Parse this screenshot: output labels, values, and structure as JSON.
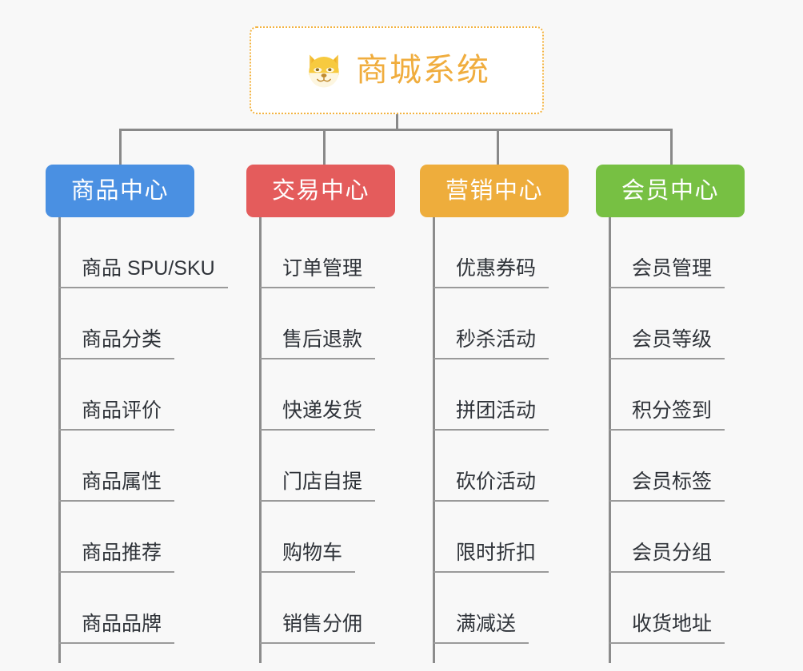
{
  "page": {
    "background_color": "#f8f8f8",
    "title": "商城系统"
  },
  "root": {
    "icon": "dog-face-emoji",
    "label": "商城系统",
    "text_color": "#f0ad3e",
    "border_color": "#f3b340",
    "background_color": "#ffffff"
  },
  "connector": {
    "color": "#898989"
  },
  "branches": [
    {
      "id": "product-center",
      "label": "商品中心",
      "color": "#4a90e2",
      "items": [
        {
          "label": "商品 SPU/SKU"
        },
        {
          "label": "商品分类"
        },
        {
          "label": "商品评价"
        },
        {
          "label": "商品属性"
        },
        {
          "label": "商品推荐"
        },
        {
          "label": "商品品牌"
        }
      ]
    },
    {
      "id": "trade-center",
      "label": "交易中心",
      "color": "#e45c5c",
      "items": [
        {
          "label": "订单管理"
        },
        {
          "label": "售后退款"
        },
        {
          "label": "快递发货"
        },
        {
          "label": "门店自提"
        },
        {
          "label": "购物车"
        },
        {
          "label": "销售分佣"
        }
      ]
    },
    {
      "id": "marketing-center",
      "label": "营销中心",
      "color": "#eead3c",
      "items": [
        {
          "label": "优惠券码"
        },
        {
          "label": "秒杀活动"
        },
        {
          "label": "拼团活动"
        },
        {
          "label": "砍价活动"
        },
        {
          "label": "限时折扣"
        },
        {
          "label": "满减送"
        }
      ]
    },
    {
      "id": "member-center",
      "label": "会员中心",
      "color": "#77c043",
      "items": [
        {
          "label": "会员管理"
        },
        {
          "label": "会员等级"
        },
        {
          "label": "积分签到"
        },
        {
          "label": "会员标签"
        },
        {
          "label": "会员分组"
        },
        {
          "label": "收货地址"
        }
      ]
    }
  ]
}
